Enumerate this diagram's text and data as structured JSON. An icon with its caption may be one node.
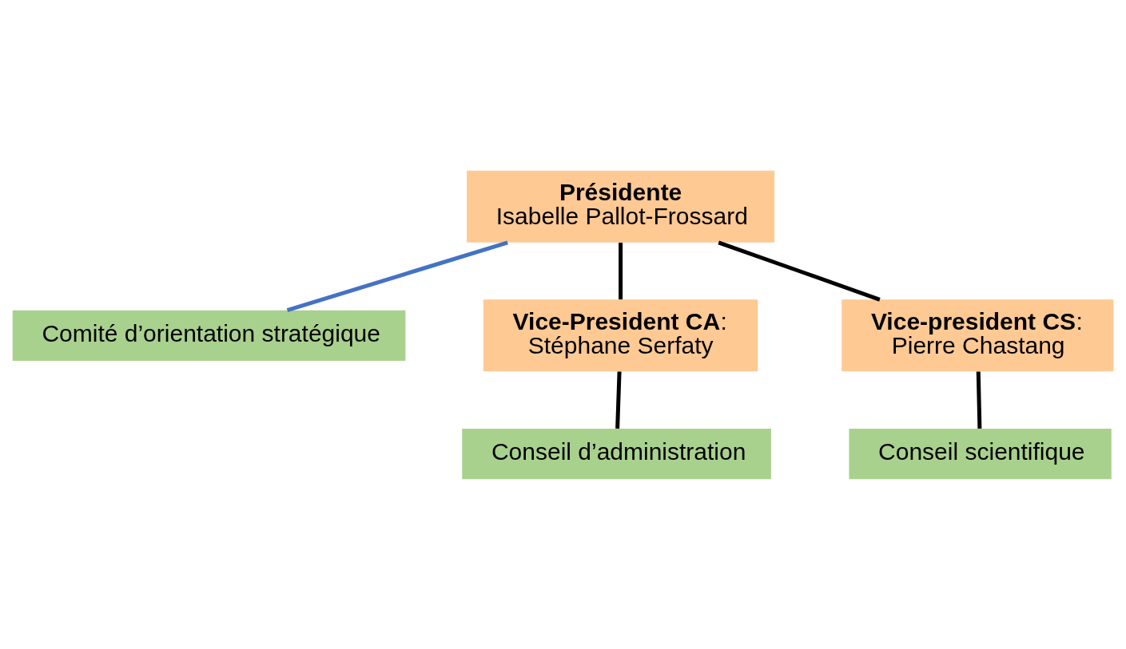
{
  "diagram": {
    "nodes": [
      {
        "text": [
          "**Présidente**",
          "Isabelle Pallot-Frossard"
        ]
      },
      {
        "text": [
          "Comité d’orientation stratégique"
        ]
      },
      {
        "text": [
          "**Vice-President CA**:",
          "Stéphane Serfaty"
        ]
      },
      {
        "text": [
          "**Vice-president CS**:",
          "Pierre Chastang"
        ]
      },
      {
        "text": [
          "Conseil d’administration"
        ]
      },
      {
        "text": [
          "Conseil scientifique"
        ]
      }
    ],
    "edges": [
      {
        "from": 0,
        "to": 1,
        "arrow": "none",
        "color": "#4472c4"
      },
      {
        "from": 0,
        "to": 2,
        "arrow": "none"
      },
      {
        "from": 0,
        "to": 3,
        "arrow": "none"
      },
      {
        "from": 2,
        "to": 4,
        "arrow": "none"
      },
      {
        "from": 3,
        "to": 5,
        "arrow": "none"
      }
    ]
  }
}
